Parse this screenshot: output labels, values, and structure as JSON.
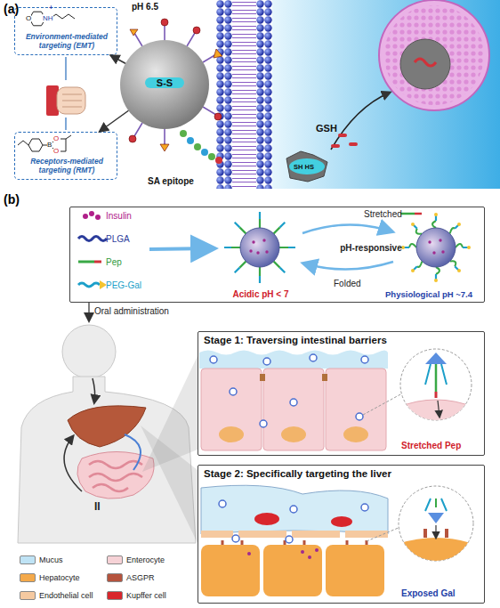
{
  "diagram": {
    "nodes": [
      {
        "text": [
          "Environment-mediated targeting (EMT)"
        ]
      },
      {
        "text": [
          "Receptors-mediated targeting (RMT)"
        ]
      },
      {
        "text": [
          "S-S"
        ]
      },
      {
        "text": [
          "Insulin",
          "PLGA",
          "Pep",
          "PEG-Gal",
          "Stretched",
          "pH-responsive",
          "Folded",
          "Acidic pH < 7",
          "Physiological pH ~7.4"
        ]
      },
      {
        "text": [
          "Stage 1: Traversing intestinal barriers",
          "Stretched Pep"
        ]
      },
      {
        "text": [
          "Stage 2: Specifically targeting the liver",
          "Exposed Gal"
        ]
      }
    ],
    "edges": [
      {
        "from": 2,
        "to": 0,
        "arrow": "to"
      },
      {
        "from": 2,
        "to": 1,
        "arrow": "to"
      }
    ],
    "labels": [
      "(a)",
      "pH 6.5",
      "SA epitope",
      "GSH",
      "SH HS",
      "(b)",
      "Oral administration",
      "II",
      "O",
      "NH",
      "+",
      "B",
      "O",
      "O"
    ],
    "legend": [
      {
        "text": "Mucus",
        "color": "#bfe3f5"
      },
      {
        "text": "Enterocyte",
        "color": "#f6d2d6"
      },
      {
        "text": "Hepatocyte",
        "color": "#f4a94a"
      },
      {
        "text": "ASGPR",
        "color": "#b5533d"
      },
      {
        "text": "Endothelial cell",
        "color": "#f5c9a0"
      },
      {
        "text": "Kupffer cell",
        "color": "#d9262c"
      }
    ]
  }
}
